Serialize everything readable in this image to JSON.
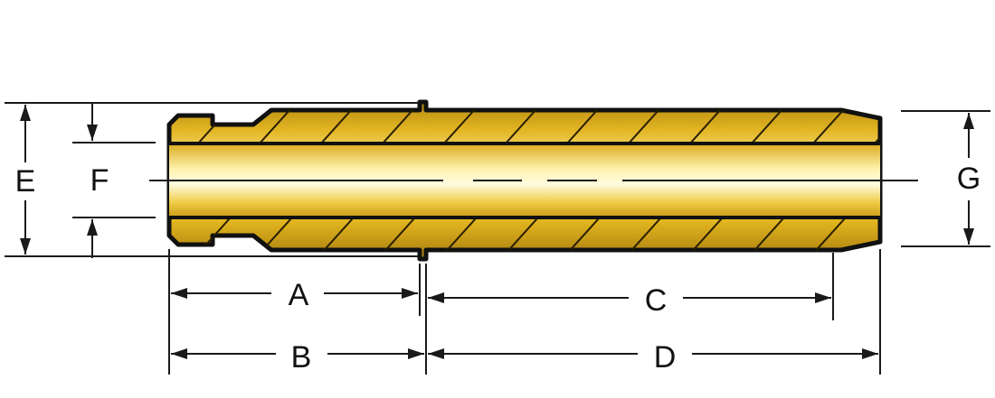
{
  "diagram": {
    "labels": {
      "a": "A",
      "b": "B",
      "c": "C",
      "d": "D",
      "e": "E",
      "f": "F",
      "g": "G"
    },
    "colors": {
      "brass_light": "#fff1a0",
      "brass_mid": "#e4b820",
      "brass_dark": "#a87c0e",
      "outline": "#111111",
      "dimension_line": "#1a1a1a"
    }
  }
}
